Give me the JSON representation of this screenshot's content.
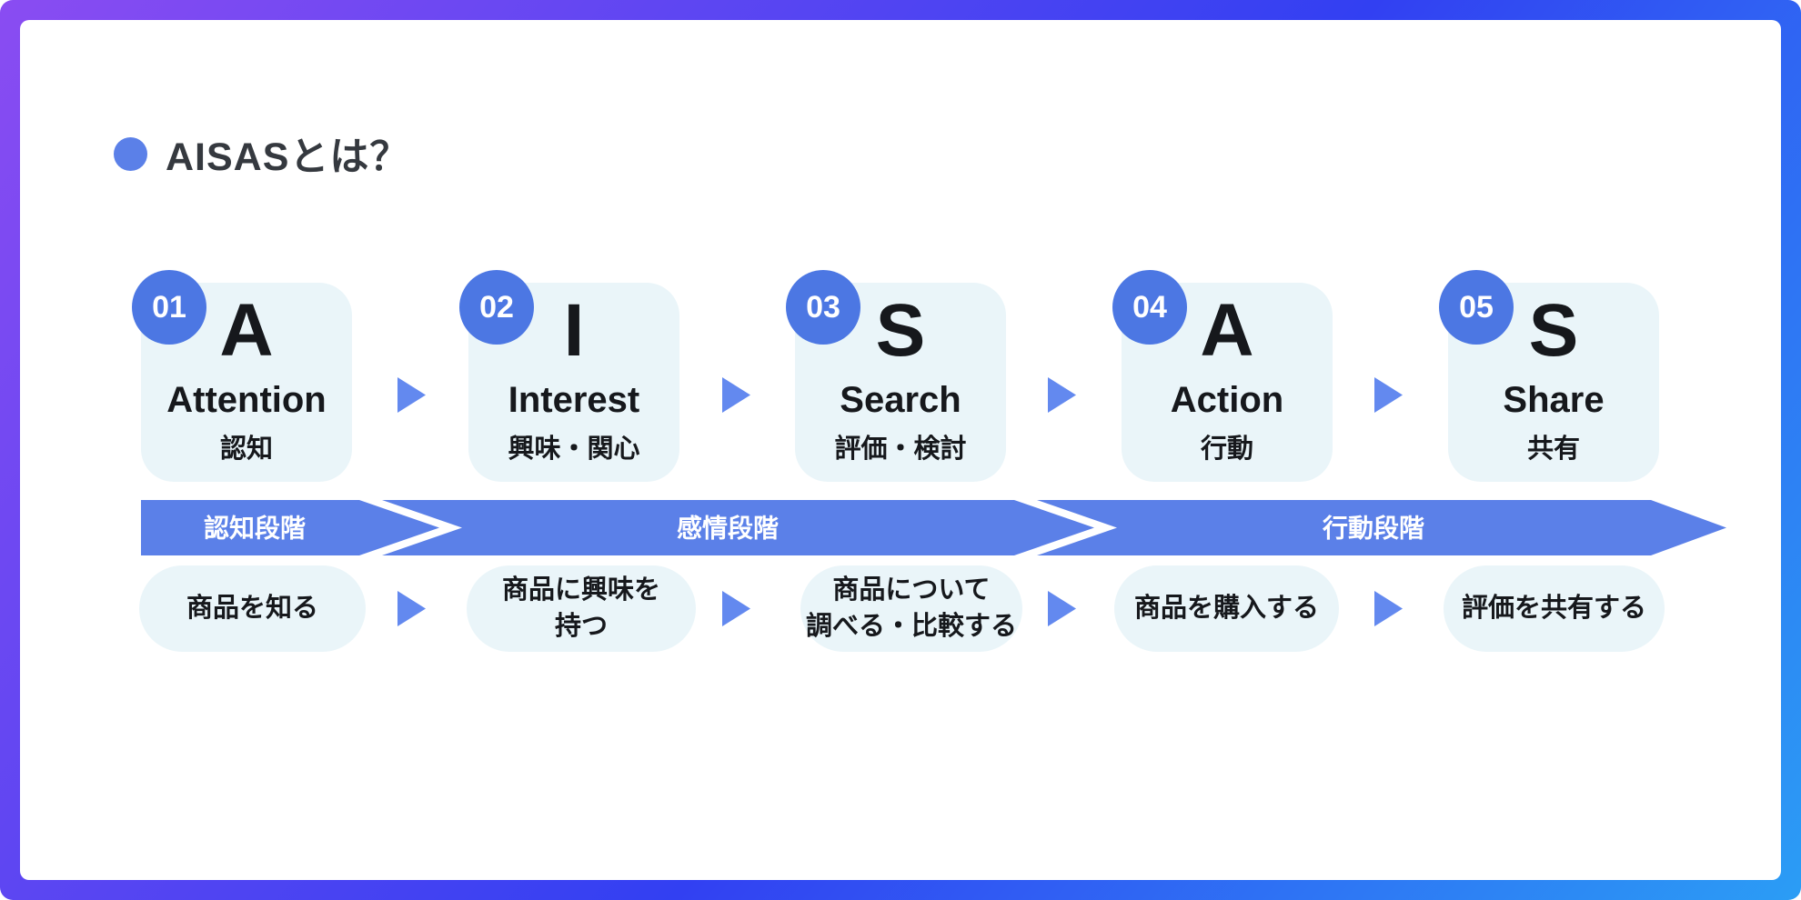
{
  "title": {
    "text": "AISASとは？"
  },
  "stages": [
    {
      "number": "01",
      "letter": "A",
      "name": "Attention",
      "subtitle": "認知",
      "action_lines": [
        "商品を知る"
      ]
    },
    {
      "number": "02",
      "letter": "I",
      "name": "Interest",
      "subtitle": "興味・関心",
      "action_lines": [
        "商品に興味を",
        "持つ"
      ]
    },
    {
      "number": "03",
      "letter": "S",
      "name": "Search",
      "subtitle": "評価・検討",
      "action_lines": [
        "商品について",
        "調べる・比較する"
      ]
    },
    {
      "number": "04",
      "letter": "A",
      "name": "Action",
      "subtitle": "行動",
      "action_lines": [
        "商品を購入する"
      ]
    },
    {
      "number": "05",
      "letter": "S",
      "name": "Share",
      "subtitle": "共有",
      "action_lines": [
        "評価を共有する"
      ]
    }
  ],
  "phases": [
    {
      "label": "認知段階"
    },
    {
      "label": "感情段階"
    },
    {
      "label": "行動段階"
    }
  ],
  "colors": {
    "frame_1": "#8a4cf2",
    "frame_2": "#3240f2",
    "frame_3": "#2b9df5",
    "band_blue": "#5b80e8",
    "badge_blue": "#4c77e3",
    "arrow_blue": "#6389ef",
    "card_bg": "#eaf5f9",
    "ink": "#16181c",
    "title_ink": "#35393f",
    "surface_white": "#ffffff"
  }
}
